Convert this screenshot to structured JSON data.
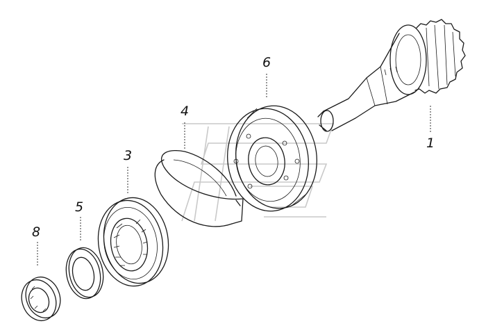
{
  "callouts": {
    "part_1": "1",
    "part_3": "3",
    "part_4": "4",
    "part_5": "5",
    "part_6": "6",
    "part_8": "8"
  },
  "colors": {
    "line": "#1a1a1a",
    "watermark": "#c9c9c9",
    "background": "#ffffff"
  }
}
